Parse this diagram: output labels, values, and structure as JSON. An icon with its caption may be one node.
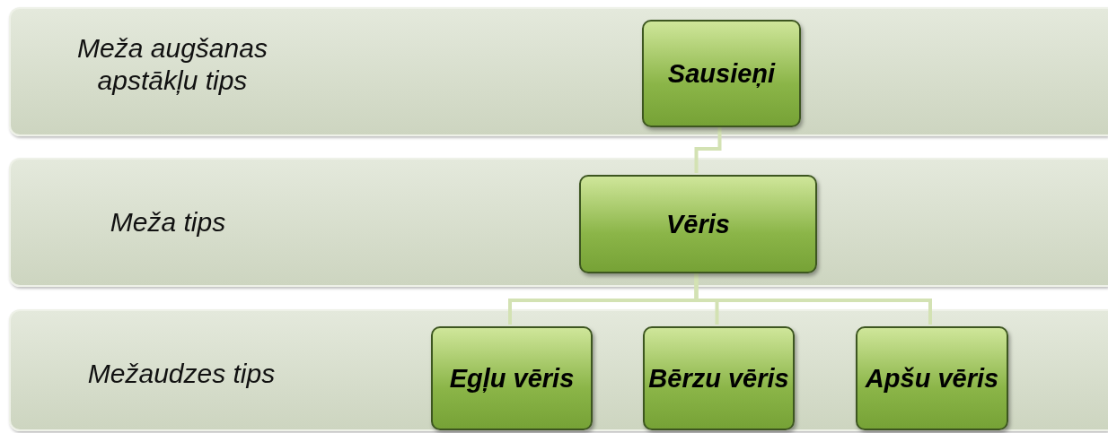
{
  "diagram": {
    "nodes": [
      {
        "text": [
          "Meža augšanas apstākļu tips"
        ]
      },
      {
        "text": [
          "Sausieņi"
        ],
        "in": 0
      },
      {
        "text": [
          "Meža tips"
        ]
      },
      {
        "text": [
          "Vēris"
        ],
        "in": 2
      },
      {
        "text": [
          "Mežaudzes tips"
        ]
      },
      {
        "text": [
          "Egļu vēris"
        ],
        "in": 4
      },
      {
        "text": [
          "Bērzu vēris"
        ],
        "in": 4
      },
      {
        "text": [
          "Apšu vēris"
        ],
        "in": 4
      }
    ],
    "edges": [
      {
        "from": 1,
        "to": 3,
        "arrow": "none"
      },
      {
        "from": 3,
        "to": 5,
        "arrow": "none"
      },
      {
        "from": 3,
        "to": 6,
        "arrow": "none"
      },
      {
        "from": 3,
        "to": 7,
        "arrow": "none"
      }
    ]
  }
}
